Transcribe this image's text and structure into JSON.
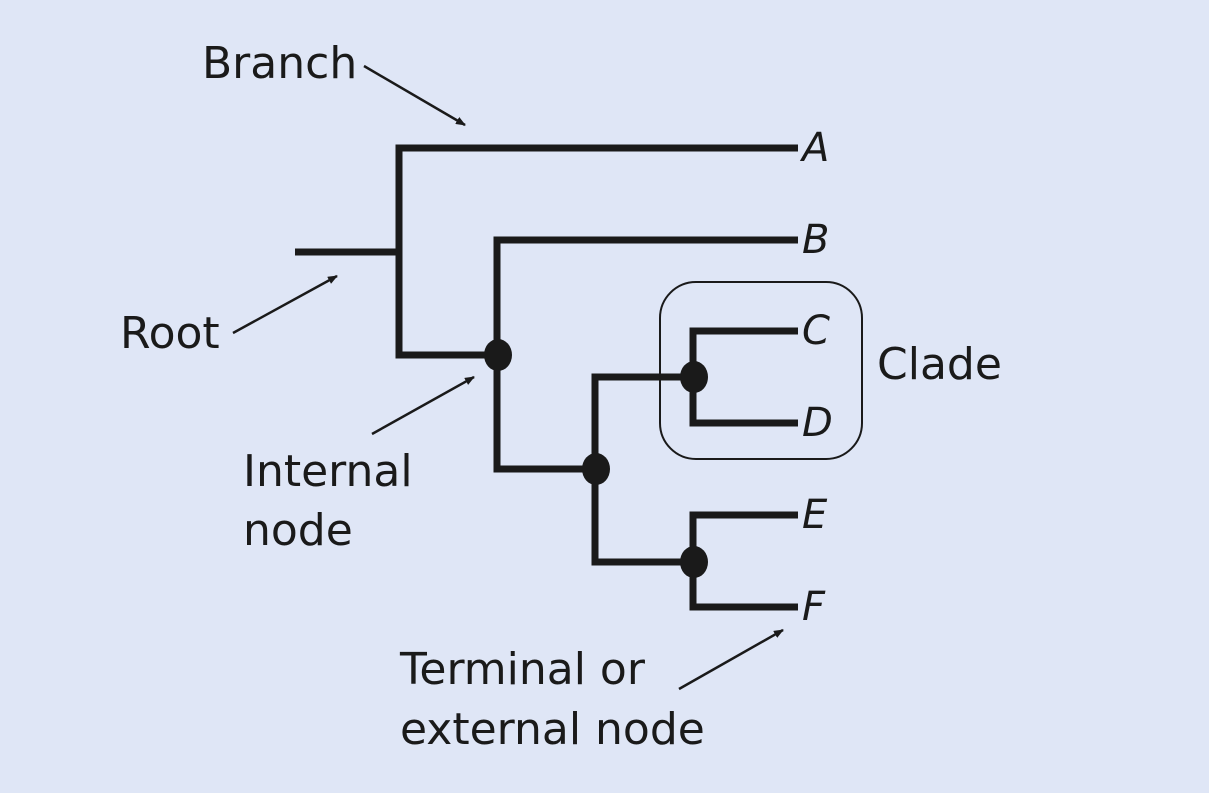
{
  "labels": {
    "branch": "Branch",
    "root": "Root",
    "internal_node_line1": "Internal",
    "internal_node_line2": "node",
    "clade": "Clade",
    "terminal_node_line1": "Terminal or",
    "terminal_node_line2": "external node"
  },
  "taxa": [
    "A",
    "B",
    "C",
    "D",
    "E",
    "F"
  ],
  "colors": {
    "background": "#dfe6f6",
    "ink": "#1a1a1a"
  }
}
